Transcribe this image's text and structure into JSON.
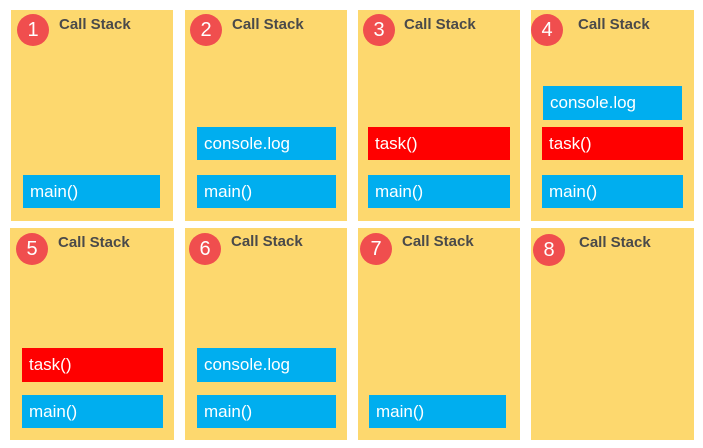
{
  "colors": {
    "panel_bg": "#fdd86e",
    "badge_bg": "#f04e4e",
    "blue_frame": "#00aeef",
    "red_frame": "#ff0000"
  },
  "panels": [
    {
      "number": "1",
      "title": "Call Stack",
      "frames": [
        {
          "label": "main()",
          "color": "blue"
        }
      ]
    },
    {
      "number": "2",
      "title": "Call Stack",
      "frames": [
        {
          "label": "console.log",
          "color": "blue"
        },
        {
          "label": "main()",
          "color": "blue"
        }
      ]
    },
    {
      "number": "3",
      "title": "Call Stack",
      "frames": [
        {
          "label": "task()",
          "color": "red"
        },
        {
          "label": "main()",
          "color": "blue"
        }
      ]
    },
    {
      "number": "4",
      "title": "Call Stack",
      "frames": [
        {
          "label": "console.log",
          "color": "blue"
        },
        {
          "label": "task()",
          "color": "red"
        },
        {
          "label": "main()",
          "color": "blue"
        }
      ]
    },
    {
      "number": "5",
      "title": "Call Stack",
      "frames": [
        {
          "label": "task()",
          "color": "red"
        },
        {
          "label": "main()",
          "color": "blue"
        }
      ]
    },
    {
      "number": "6",
      "title": "Call Stack",
      "frames": [
        {
          "label": "console.log",
          "color": "blue"
        },
        {
          "label": "main()",
          "color": "blue"
        }
      ]
    },
    {
      "number": "7",
      "title": "Call Stack",
      "frames": [
        {
          "label": "main()",
          "color": "blue"
        }
      ]
    },
    {
      "number": "8",
      "title": "Call Stack",
      "frames": []
    }
  ]
}
